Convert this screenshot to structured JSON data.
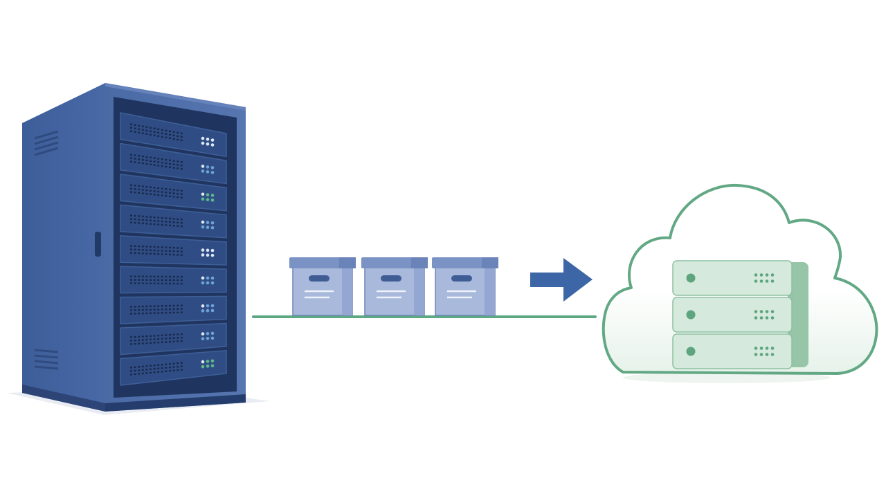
{
  "diagram": {
    "source": {
      "kind": "server-rack",
      "unit_count": 9
    },
    "transfer": {
      "box_count": 3,
      "direction": "left-to-right"
    },
    "destination": {
      "kind": "cloud-server-stack",
      "unit_count": 3
    }
  },
  "colors": {
    "background": "#ffffff",
    "rack_body": "#4a6aa6",
    "rack_side": "#3d5c96",
    "rack_dark": "#1f3560",
    "rack_panel": "#2a4478",
    "rack_unit": "#2f4d84",
    "led_blue": "#6fa3d8",
    "led_green": "#5fb88a",
    "led_white": "#dfe8f5",
    "box_body": "#a9b9dc",
    "box_lid": "#7a92c4",
    "box_stroke": "#6c84b6",
    "arrow": "#3d66a6",
    "conveyor_line": "#5ca883",
    "cloud_stroke": "#62a884",
    "cloud_fill": "#f2f8f4",
    "cloud_server_face": "#d5e9dd",
    "cloud_server_side": "#96c5a8",
    "cloud_server_dot": "#5da47f"
  }
}
